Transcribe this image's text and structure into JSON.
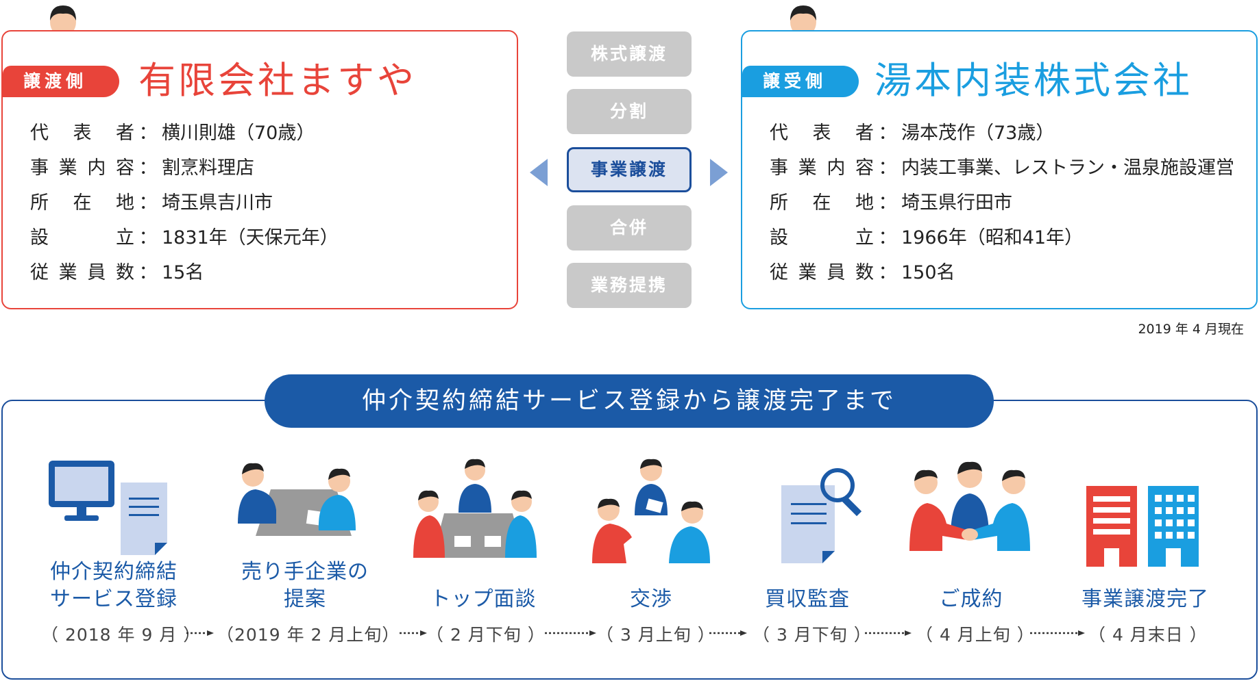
{
  "seller": {
    "role": "譲渡側",
    "name": "有限会社ますや",
    "rows": [
      {
        "key": "代表者",
        "value": "横川則雄（70歳）"
      },
      {
        "key": "事業内容",
        "value": "割烹料理店"
      },
      {
        "key": "所在地",
        "value": "埼玉県吉川市"
      },
      {
        "key": "設立",
        "value": "1831年（天保元年）"
      },
      {
        "key": "従業員数",
        "value": "15名"
      }
    ]
  },
  "buyer": {
    "role": "譲受側",
    "name": "湯本内装株式会社",
    "rows": [
      {
        "key": "代表者",
        "value": "湯本茂作（73歳）"
      },
      {
        "key": "事業内容",
        "value": "内装工事業、レストラン・温泉施設運営"
      },
      {
        "key": "所在地",
        "value": "埼玉県行田市"
      },
      {
        "key": "設立",
        "value": "1966年（昭和41年）"
      },
      {
        "key": "従業員数",
        "value": "150名"
      }
    ]
  },
  "schemes": [
    "株式譲渡",
    "分割",
    "事業譲渡",
    "合併",
    "業務提携"
  ],
  "selected_scheme": "事業譲渡",
  "date_note": "2019 年 4 月現在",
  "flow": {
    "title": "仲介契約締結サービス登録から譲渡完了まで",
    "steps": [
      {
        "label1": "仲介契約締結",
        "label2": "サービス登録",
        "date": "（ 2018 年 9 月 ）",
        "icon": "computer-document-icon"
      },
      {
        "label1": "売り手企業の",
        "label2": "提案",
        "date": "（2019 年 2 月上旬）",
        "icon": "meeting-icon"
      },
      {
        "label1": "",
        "label2": "トップ面談",
        "date": "（ 2 月下旬 ）",
        "icon": "top-meeting-icon"
      },
      {
        "label1": "",
        "label2": "交渉",
        "date": "（ 3 月上旬 ）",
        "icon": "negotiation-icon"
      },
      {
        "label1": "",
        "label2": "買収監査",
        "date": "（ 3 月下旬 ）",
        "icon": "document-search-icon"
      },
      {
        "label1": "",
        "label2": "ご成約",
        "date": "（ 4 月上旬 ）",
        "icon": "handshake-icon"
      },
      {
        "label1": "",
        "label2": "事業譲渡完了",
        "date": "（ 4 月末日 ）",
        "icon": "buildings-icon"
      }
    ]
  },
  "colors": {
    "seller": "#e8443a",
    "buyer": "#1a9ee0",
    "navy": "#1b5aa7",
    "inactive": "#c9c9c9"
  }
}
